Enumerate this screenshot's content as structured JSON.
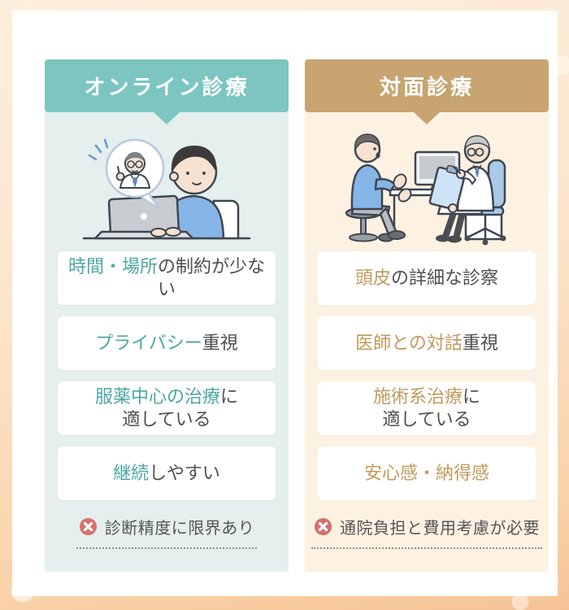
{
  "columns": {
    "online": {
      "header": "オンライン診療",
      "benefits": [
        {
          "highlight": "時間・場所",
          "rest": "の制約が少ない"
        },
        {
          "highlight": "プライバシー",
          "rest": "重視"
        },
        {
          "highlight": "服薬中心の治療",
          "rest": "に",
          "line2": "適している"
        },
        {
          "highlight": "継続",
          "rest": "しやすい"
        }
      ],
      "caution": "診断精度に限界あり",
      "illustration": "man-having-online-consultation-on-laptop",
      "header_color": "#7cc5c1",
      "panel_color": "#e4efee",
      "accent_color": "#4ca7a3"
    },
    "in_person": {
      "header": "対面診療",
      "benefits": [
        {
          "highlight": "頭皮",
          "rest": "の詳細な診察"
        },
        {
          "highlight": "医師との対話",
          "rest": "重視"
        },
        {
          "highlight": "施術系治療",
          "rest": "に",
          "line2": "適している"
        },
        {
          "highlight": "安心感・納得感",
          "rest": ""
        }
      ],
      "caution": "通院負担と費用考慮が必要",
      "illustration": "doctor-and-patient-face-to-face-consultation",
      "header_color": "#c7a470",
      "panel_color": "#fdf2e2",
      "accent_color": "#c09a5e"
    }
  },
  "colors": {
    "text_dark": "#4f4f4f",
    "caution_icon": "#d7706c",
    "card_bg": "#ffffff",
    "frame_top": "#fdeedd",
    "frame_bottom": "#f6c395"
  },
  "icons": {
    "caution": "x-circle-icon"
  }
}
